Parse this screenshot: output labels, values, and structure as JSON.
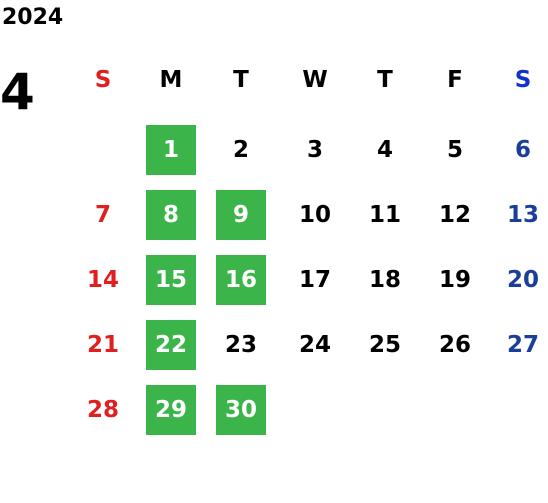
{
  "calendar": {
    "year": "2024",
    "month": "4",
    "weekdays": [
      "S",
      "M",
      "T",
      "W",
      "T",
      "F",
      "S"
    ],
    "weeks": [
      [
        "",
        "1",
        "2",
        "3",
        "4",
        "5",
        "6"
      ],
      [
        "7",
        "8",
        "9",
        "10",
        "11",
        "12",
        "13"
      ],
      [
        "14",
        "15",
        "16",
        "17",
        "18",
        "19",
        "20"
      ],
      [
        "21",
        "22",
        "23",
        "24",
        "25",
        "26",
        "27"
      ],
      [
        "28",
        "29",
        "30",
        "",
        "",
        "",
        ""
      ]
    ],
    "highlighted_days": [
      "1",
      "8",
      "9",
      "15",
      "16",
      "22",
      "29",
      "30"
    ],
    "colors": {
      "highlight": "#3bb54a",
      "sunday": "#e02020",
      "saturday_header": "#1133cc",
      "saturday_day": "#1a3e99",
      "default": "#000000"
    }
  }
}
